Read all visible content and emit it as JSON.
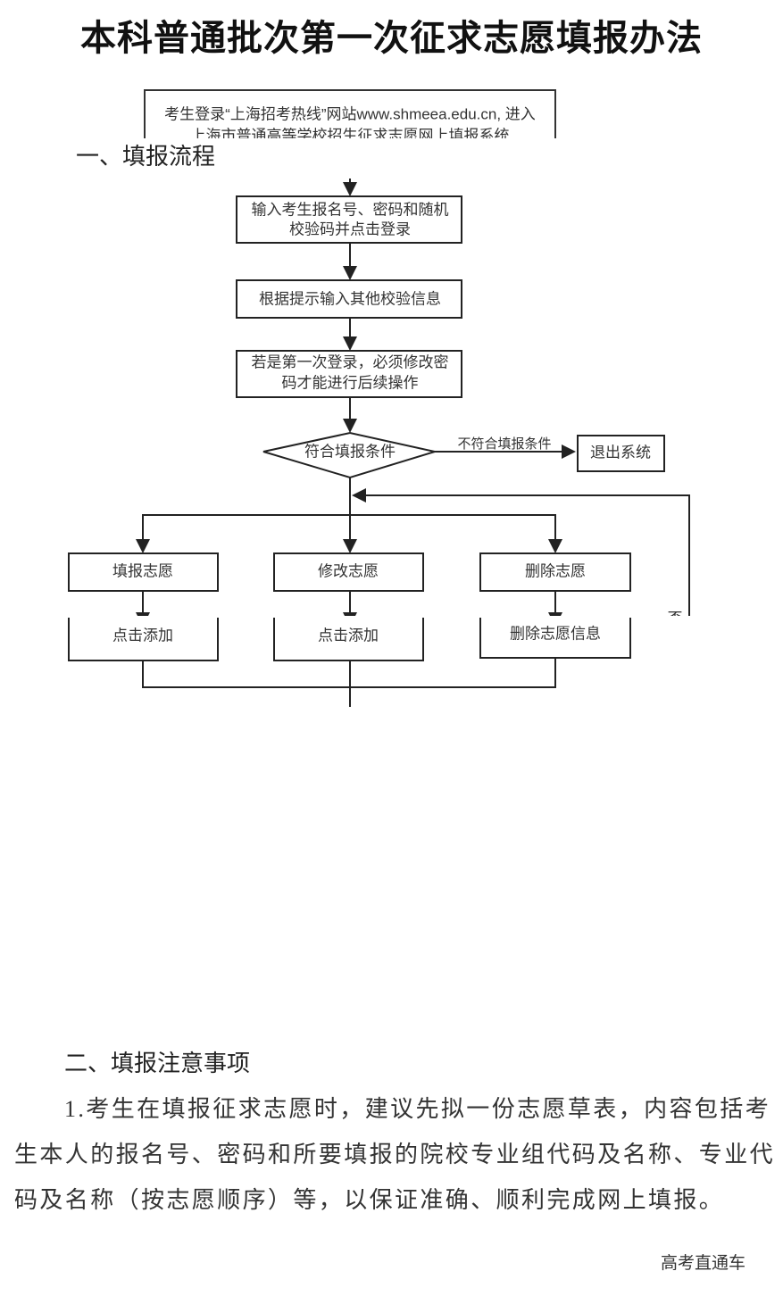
{
  "title": "本科普通批次第一次征求志愿填报办法",
  "section1": {
    "heading": "一、填报流程",
    "flowchart": {
      "start_line1": "考生登录“上海招考热线”网站www.shmeea.edu.cn, 进入",
      "start_line2": "上海市普通高等学校招生征求志愿网上填报系统",
      "step1_line1": "输入考生报名号、密码和随机",
      "step1_line2": "校验码并点击登录",
      "step2": "根据提示输入其他校验信息",
      "step3_line1": "若是第一次登录，必须修改密",
      "step3_line2": "码才能进行后续操作",
      "decision": "符合填报条件",
      "no_label": "不符合填报条件",
      "exit": "退出系统",
      "branch_fill": "填报志愿",
      "branch_modify": "修改志愿",
      "branch_delete": "删除志愿",
      "fill_action": "点击添加",
      "modify_action": "点击添加",
      "delete_action": "删除志愿信息",
      "loop_label": "否"
    }
  },
  "section2": {
    "heading": "二、填报注意事项",
    "para_lines": [
      "1.考生在填报征求志愿时，建议先拟一份志愿草表，内容包括考",
      "生本人的报名号、密码和所要填报的院校专业组代码及名称、专业代",
      "码及名称（按志愿顺序）等，以保证准确、顺利完成网上填报。"
    ]
  },
  "footer": "高考直通车"
}
